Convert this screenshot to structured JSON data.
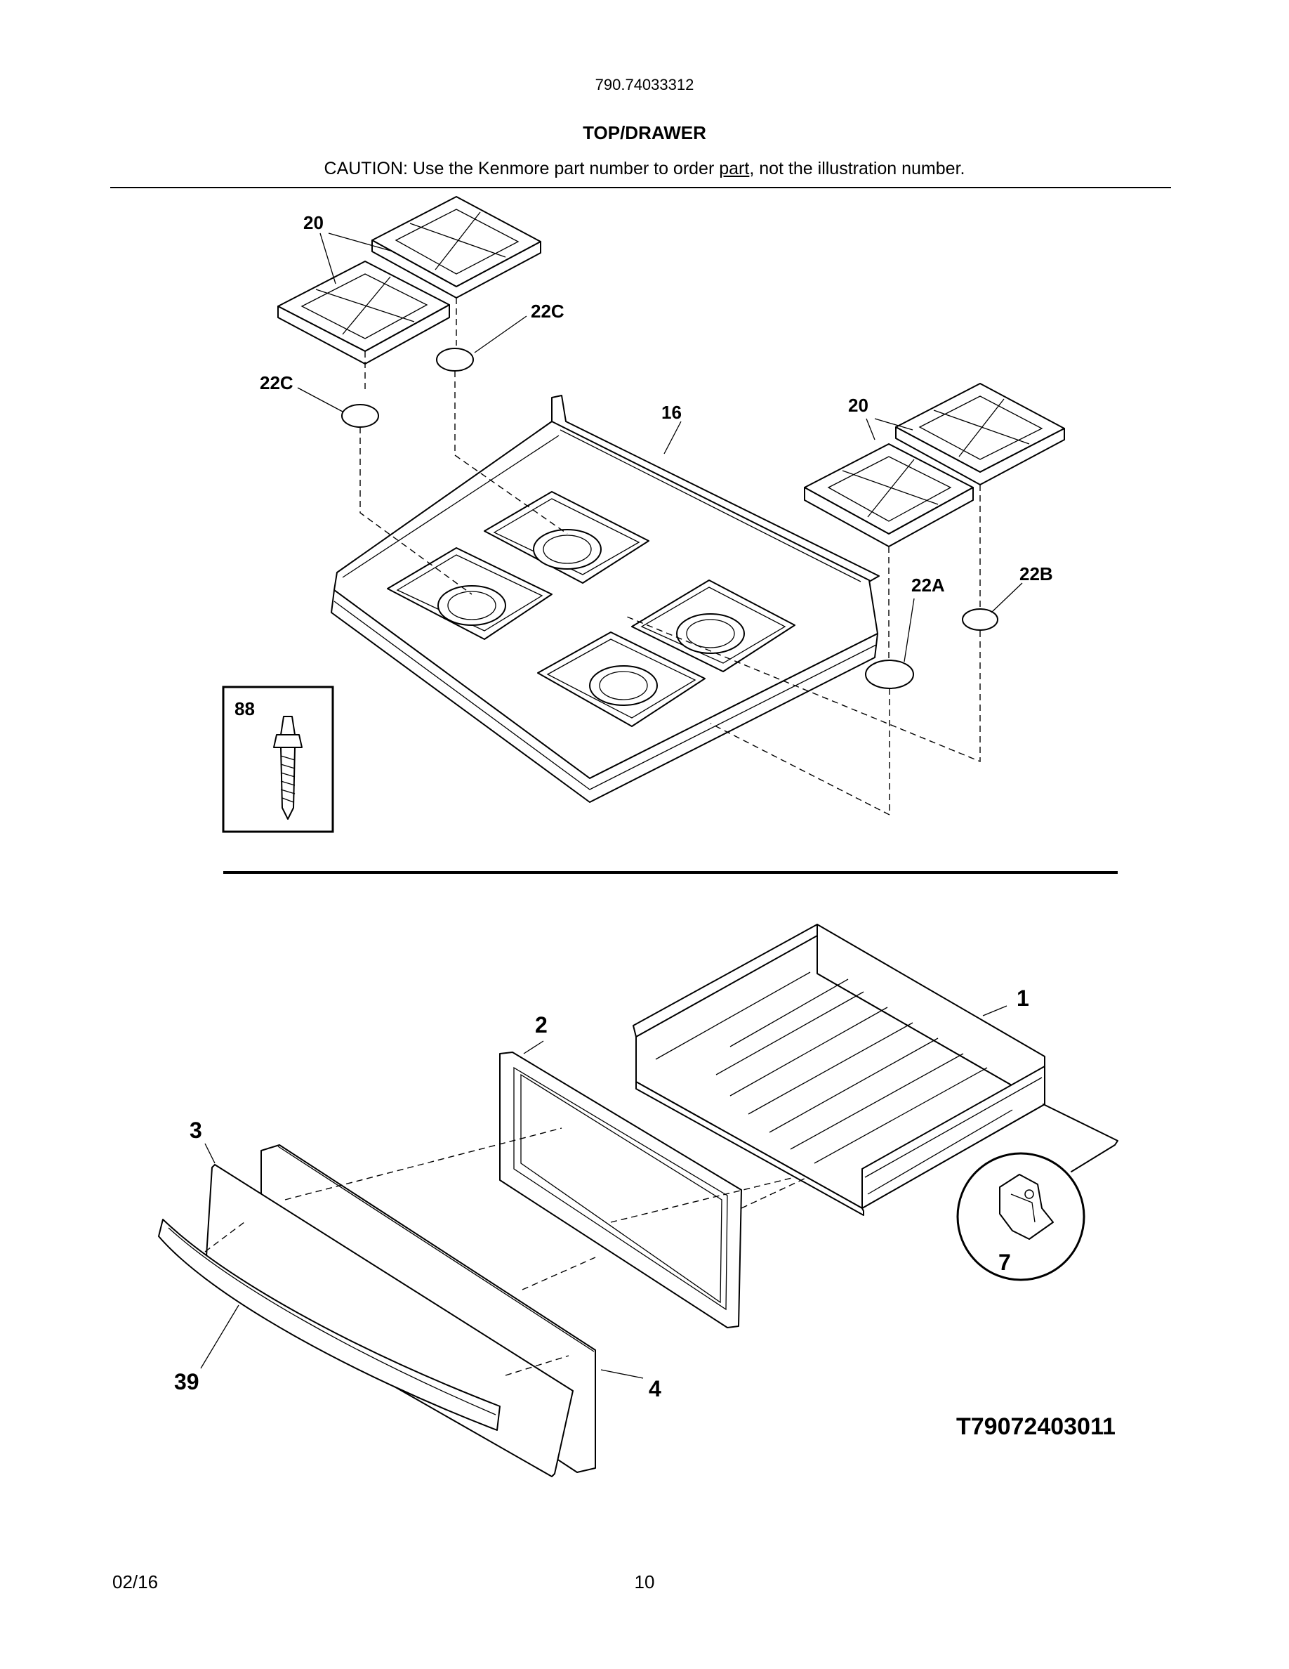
{
  "header": {
    "model_number": "790.74033312",
    "section_title": "TOP/DRAWER",
    "caution_before": "CAUTION: Use the Kenmore part number to order ",
    "caution_underlined": "part",
    "caution_after": ", not the illustration number."
  },
  "callouts": {
    "grate_left": "20",
    "grate_right": "20",
    "cap_22c_upper": "22C",
    "cap_22c_left": "22C",
    "cooktop": "16",
    "cap_22a": "22A",
    "cap_22b": "22B",
    "screw": "88",
    "drawer_body": "1",
    "drawer_panel": "2",
    "drawer_glass": "3",
    "drawer_front": "4",
    "handle": "39",
    "clip": "7"
  },
  "illustration_ref": "T79072403011",
  "footer": {
    "date": "02/16",
    "page": "10"
  }
}
